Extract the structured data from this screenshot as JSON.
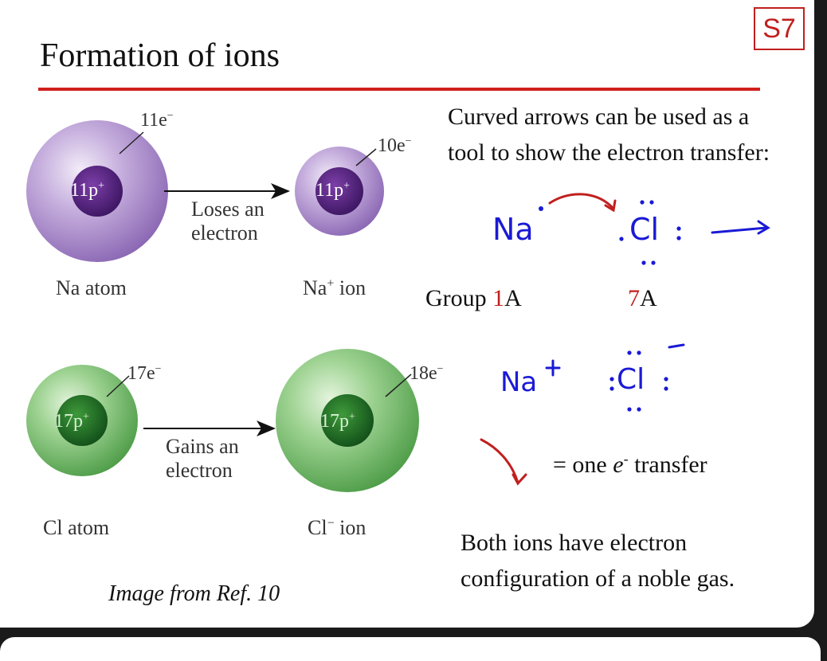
{
  "slide": {
    "badge": "S7",
    "title": "Formation of ions",
    "credit": "Image from Ref. 10"
  },
  "sodium_diagram": {
    "atom_electrons": "11e",
    "atom_nucleus": "11p",
    "ion_electrons": "10e",
    "ion_nucleus": "11p",
    "arrow_label_line1": "Loses an",
    "arrow_label_line2": "electron",
    "atom_caption": "Na atom",
    "ion_caption_prefix": "Na",
    "ion_caption_suffix": " ion"
  },
  "chlorine_diagram": {
    "atom_electrons": "17e",
    "atom_nucleus": "17p",
    "ion_electrons": "18e",
    "ion_nucleus": "17p",
    "arrow_label_line1": "Gains an",
    "arrow_label_line2": "electron",
    "atom_caption": "Cl atom",
    "ion_caption_prefix": "Cl",
    "ion_caption_suffix": " ion"
  },
  "explanation": {
    "line1": "Curved arrows can be used as a",
    "line2": "tool to show the electron transfer:",
    "group_prefix": "Group ",
    "group_na_num": "1",
    "group_na_letter": "A",
    "group_cl_num": "7",
    "group_cl_letter": "A",
    "legend_eq": "= one ",
    "legend_e": "e",
    "legend_rest": " transfer",
    "conclusion_line1": "Both ions have electron",
    "conclusion_line2": "configuration of a noble gas."
  },
  "handwriting": {
    "na": "Na",
    "cl": "Cl",
    "plus": "+",
    "minus": "−",
    "dot": "·",
    "colon": ":"
  },
  "colors": {
    "accent_red": "#c0201e",
    "ink_blue": "#1a1ad6",
    "sodium_purple": "#8a5fb4",
    "chlorine_green": "#3f9a3c"
  }
}
